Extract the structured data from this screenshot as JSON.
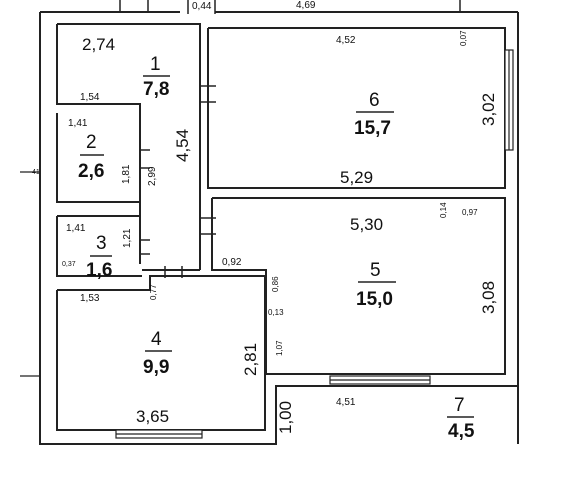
{
  "top_labels": {
    "a": "0,44",
    "b": "4,69"
  },
  "rooms": [
    {
      "number": "1",
      "area": "7,8"
    },
    {
      "number": "2",
      "area": "2,6"
    },
    {
      "number": "3",
      "area": "1,6"
    },
    {
      "number": "4",
      "area": "9,9"
    },
    {
      "number": "5",
      "area": "15,0"
    },
    {
      "number": "6",
      "area": "15,7"
    },
    {
      "number": "7",
      "area": "4,5"
    }
  ],
  "dimensions": {
    "r1_width": "2,74",
    "r1_bottom": "1,54",
    "corridor_height": "4,54",
    "r2_top": "1,41",
    "r2_side": "1,81",
    "r2_height": "2,99",
    "r3_top": "1,41",
    "r3_side": "1,21",
    "r3_small": "0,37",
    "r4_top": "1,53",
    "r4_small": "0,77",
    "r4_height": "2,81",
    "r4_width": "3,65",
    "r5_top": "5,30",
    "r5_right": "3,08",
    "r5_small_a": "0,14",
    "r5_small_b": "0,97",
    "r5_left": "0,92",
    "r5_side_a": "0,86",
    "r5_side_b": "0,13",
    "r5_side_c": "1,07",
    "r6_top": "4,52",
    "r6_right": "3,02",
    "r6_bottom": "5,29",
    "r6_small": "0,07",
    "r7_width": "4,51",
    "r7_height": "1,00",
    "side_small": "41"
  }
}
